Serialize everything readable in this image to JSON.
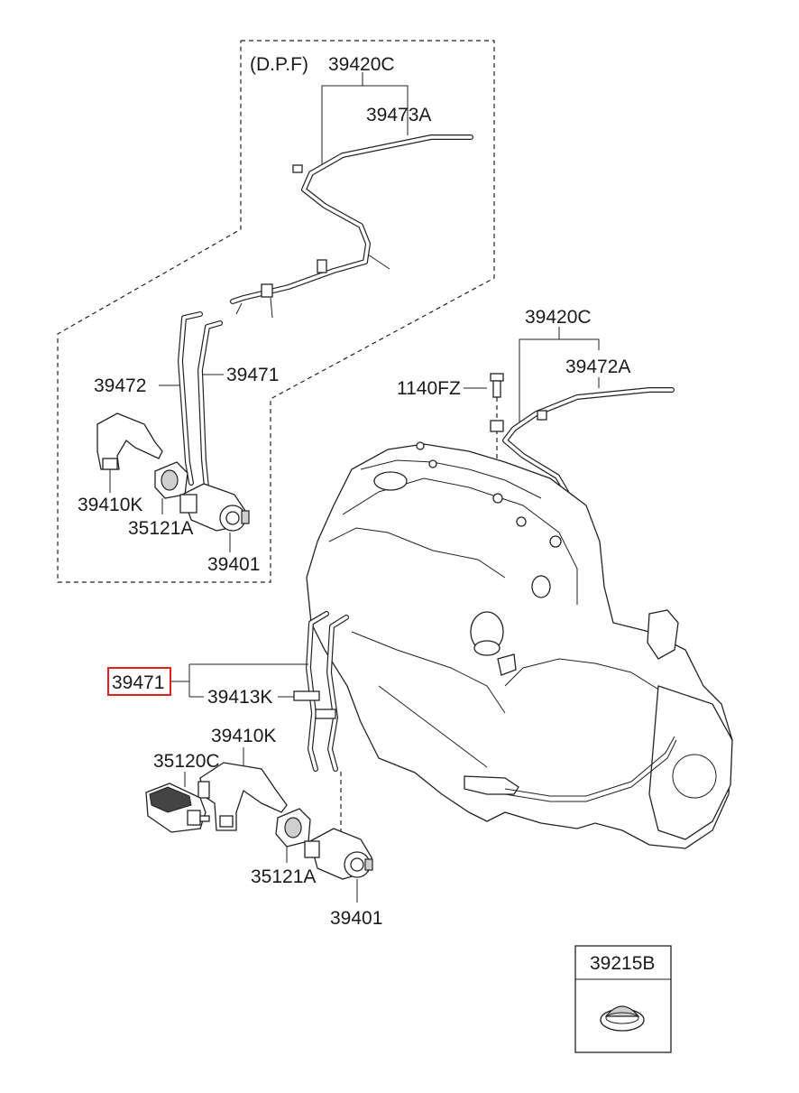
{
  "labels": {
    "dpf": "(D.P.F)",
    "top_39420c": "39420C",
    "top_39473a": "39473A",
    "top_39472": "39472",
    "top_39471": "39471",
    "top_39410k": "39410K",
    "top_35121a": "35121A",
    "top_39401": "39401",
    "eng_39420c": "39420C",
    "eng_39472a": "39472A",
    "eng_1140fz": "1140FZ",
    "main_39471": "39471",
    "main_39413k": "39413K",
    "main_39410k": "39410K",
    "main_35120c": "35120C",
    "main_35121a": "35121A",
    "main_39401": "39401",
    "inset_39215b": "39215B"
  },
  "highlight": {
    "part_number": "39471",
    "color": "#e0201c"
  }
}
